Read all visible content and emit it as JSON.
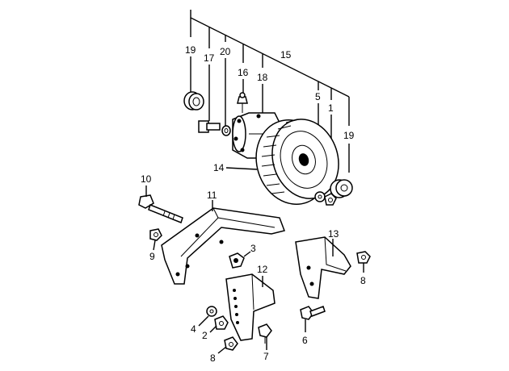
{
  "callouts": {
    "c19_top": "19",
    "c17": "17",
    "c20": "20",
    "c16": "16",
    "c18": "18",
    "c15": "15",
    "c5": "5",
    "c1": "1",
    "c19_right": "19",
    "c14": "14",
    "c10": "10",
    "c11": "11",
    "c9": "9",
    "c3": "3",
    "c13": "13",
    "c8_right": "8",
    "c12": "12",
    "c4": "4",
    "c2": "2",
    "c7": "7",
    "c6": "6",
    "c8_bottom": "8"
  }
}
